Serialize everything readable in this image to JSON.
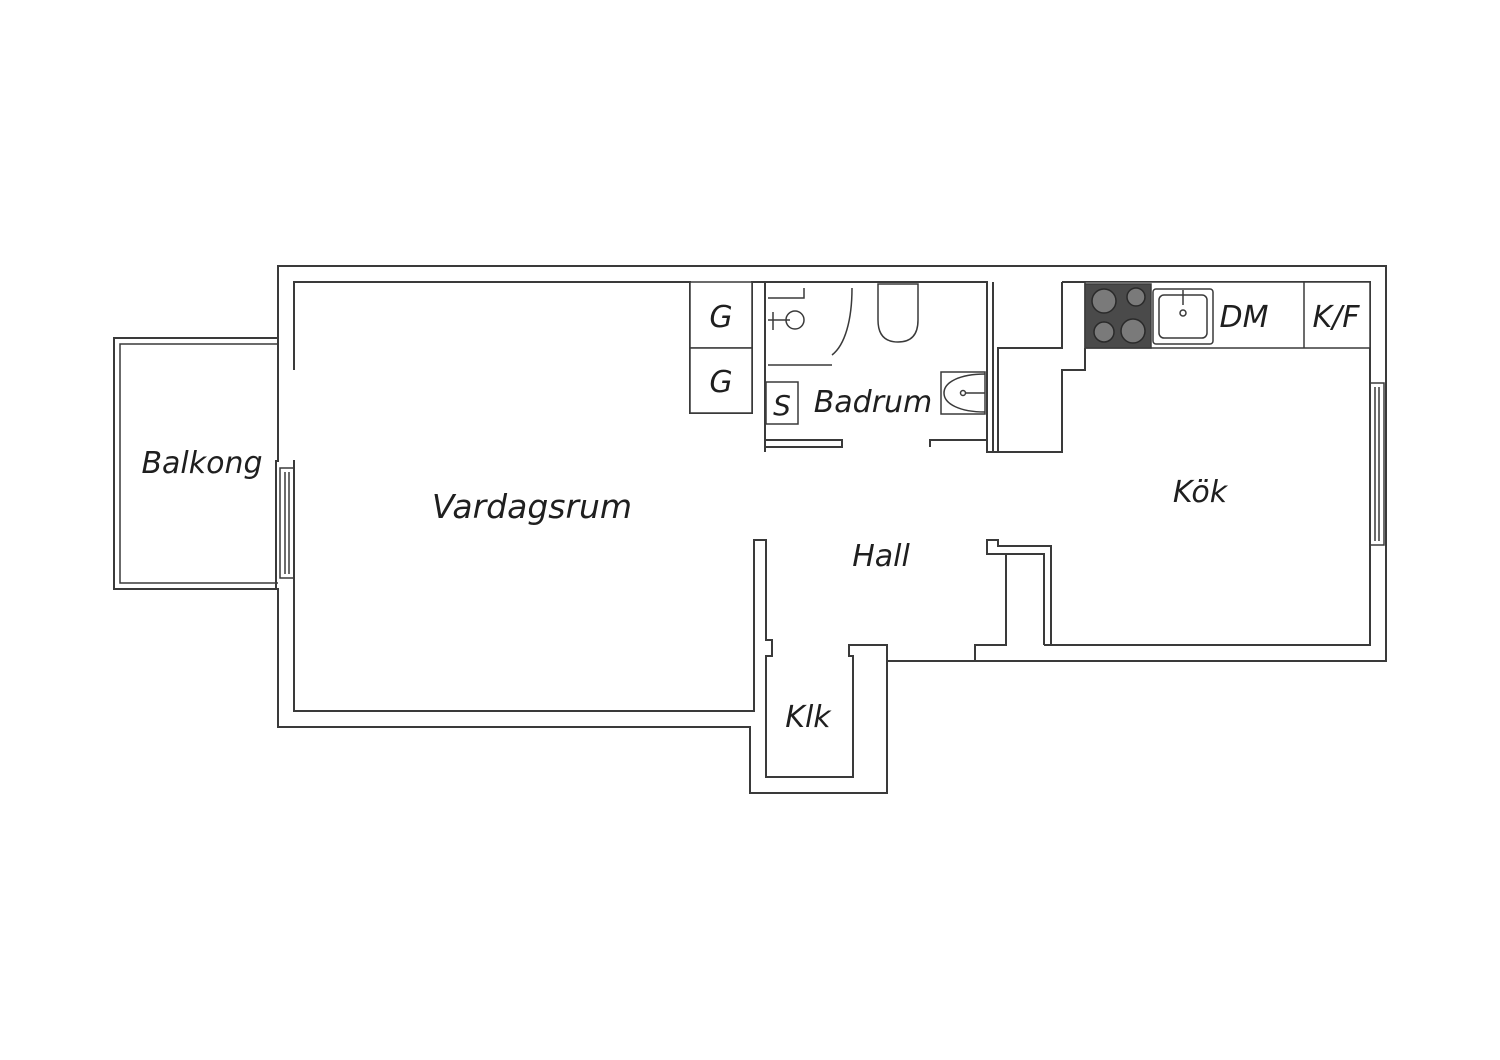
{
  "plan": {
    "rooms": {
      "balkong": "Balkong",
      "vardagsrum": "Vardagsrum",
      "hall": "Hall",
      "kok": "Kök",
      "badrum": "Badrum",
      "klk": "Klk"
    },
    "fixtures": {
      "garderob_1": "G",
      "garderob_2": "G",
      "skap": "S",
      "diskmaskin": "DM",
      "kyl_frys": "K/F"
    },
    "colors": {
      "wall": "#3a3a3a",
      "stove": "#4a4a4a",
      "background": "#ffffff"
    }
  }
}
